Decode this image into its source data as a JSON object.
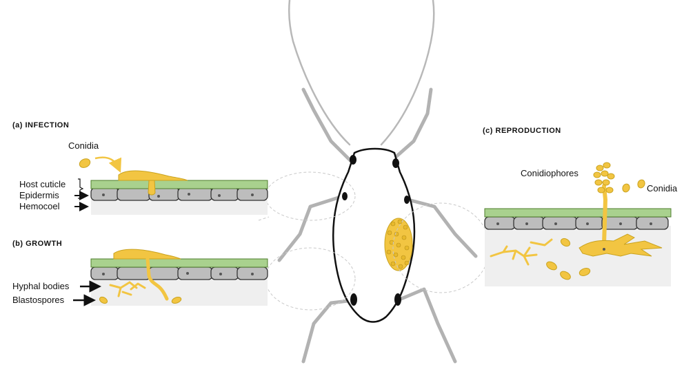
{
  "panels": {
    "infection": {
      "heading": "(a) INFECTION",
      "conidia_label": "Conidia",
      "host_cuticle_label": "Host cuticle",
      "epidermis_label": "Epidermis",
      "hemocoel_label": "Hemocoel"
    },
    "growth": {
      "heading": "(b) GROWTH",
      "hyphal_bodies_label": "Hyphal bodies",
      "blastospores_label": "Blastospores"
    },
    "reproduction": {
      "heading": "(c) REPRODUCTION",
      "conidiophores_label": "Conidiophores",
      "conidia_label": "Conidia"
    }
  },
  "colors": {
    "fungus": "#f2c542",
    "cuticle": "#a9d18e",
    "epidermis_cell": "#bdbdbd",
    "hemocoel": "#efefef",
    "insect_legs": "#b2b2b2"
  }
}
